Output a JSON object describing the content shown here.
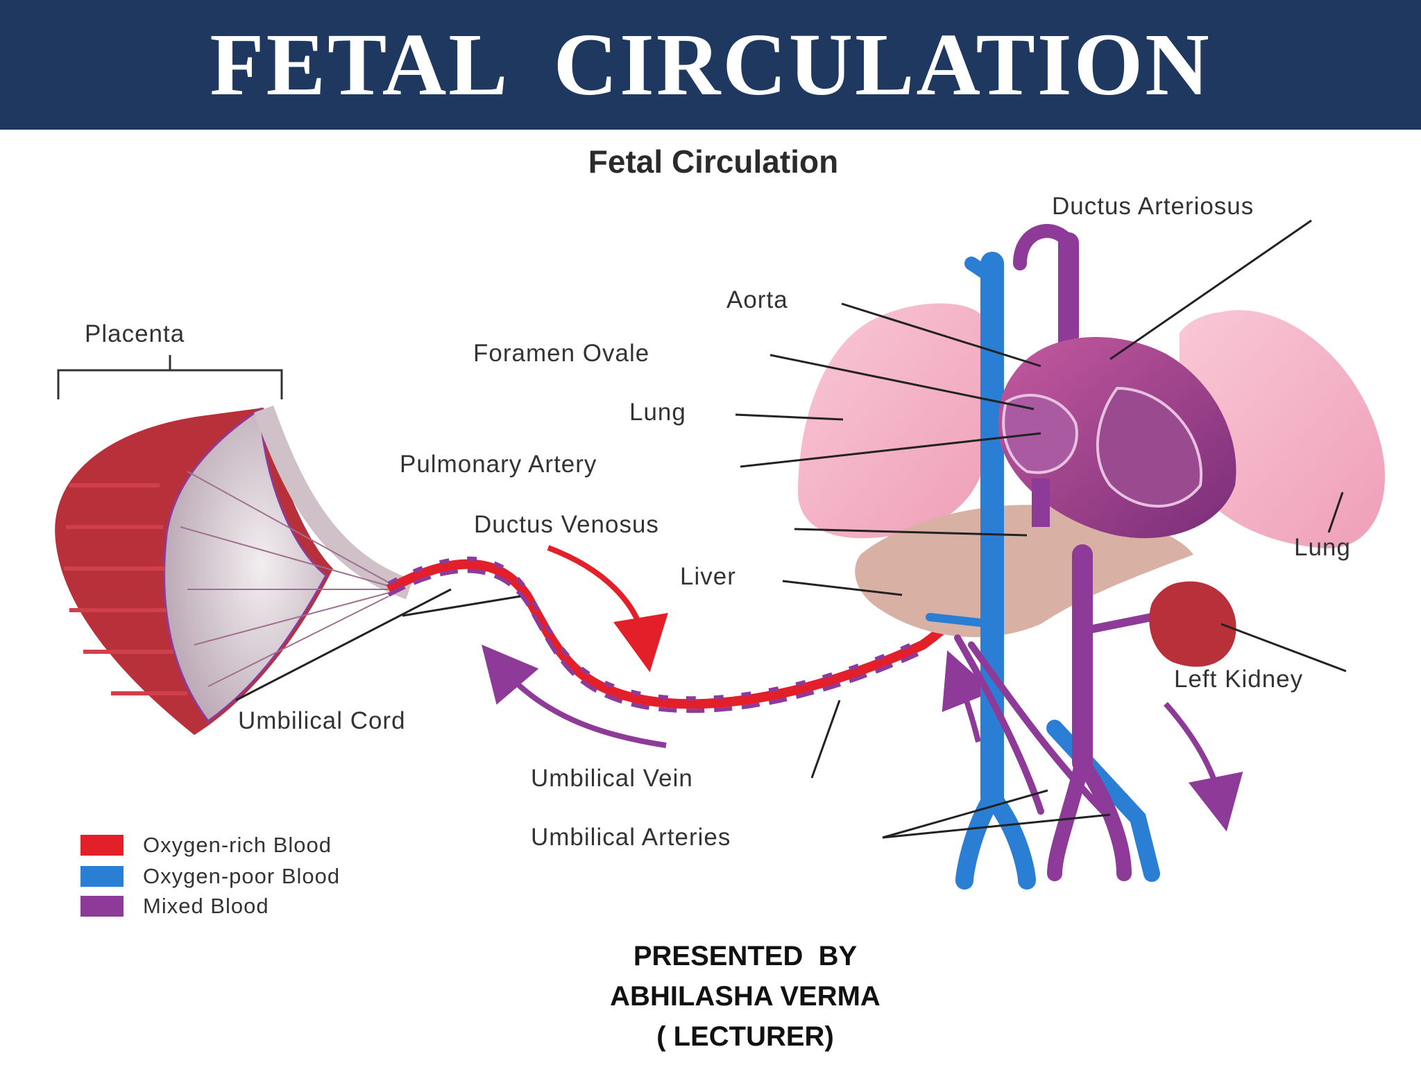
{
  "slide": {
    "title": "FETAL  CIRCULATION",
    "diagram_title": "Fetal Circulation"
  },
  "labels": {
    "placenta": "Placenta",
    "ductus_arteriosus": "Ductus Arteriosus",
    "aorta": "Aorta",
    "foramen_ovale": "Foramen Ovale",
    "lung_left": "Lung",
    "pulmonary_artery": "Pulmonary Artery",
    "ductus_venosus": "Ductus Venosus",
    "liver": "Liver",
    "lung_right": "Lung",
    "left_kidney": "Left Kidney",
    "umbilical_cord": "Umbilical Cord",
    "umbilical_vein": "Umbilical Vein",
    "umbilical_arteries": "Umbilical Arteries"
  },
  "legend": [
    {
      "label": "Oxygen-rich Blood",
      "color": "#e3202a"
    },
    {
      "label": "Oxygen-poor Blood",
      "color": "#2a7fd4"
    },
    {
      "label": "Mixed Blood",
      "color": "#8e3a98"
    }
  ],
  "colors": {
    "header_bg": "#1e3860",
    "oxygen_rich": "#e3202a",
    "oxygen_poor": "#2a7fd4",
    "mixed": "#8e3a98",
    "lung": "#f4b6c8",
    "liver": "#d9b0a4",
    "kidney": "#b8303a"
  },
  "footer": {
    "line1": "PRESENTED  BY",
    "line2": "ABHILASHA VERMA",
    "line3": "( LECTURER)"
  }
}
